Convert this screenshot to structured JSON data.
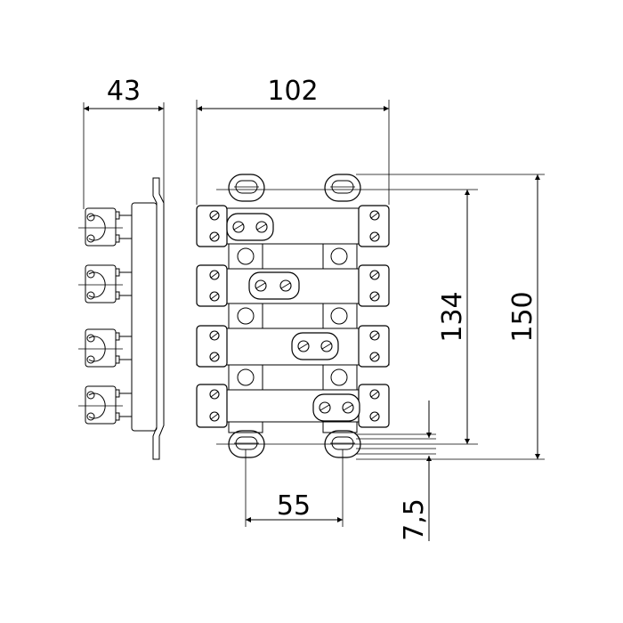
{
  "dimensions": {
    "side_width": "43",
    "total_width": "102",
    "hole_spacing": "55",
    "inner_height": "134",
    "total_height": "150",
    "offset": "7,5"
  },
  "colors": {
    "line": "#000000",
    "background": "#ffffff"
  },
  "views": {
    "side_view_terminals": 4,
    "front_view_rows": 4
  }
}
